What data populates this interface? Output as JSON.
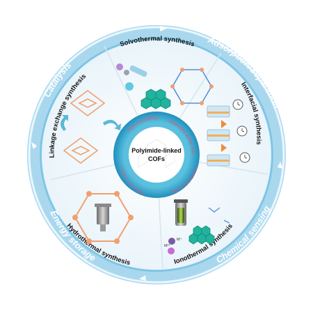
{
  "colors": {
    "ring_blue": "#7fc5e6",
    "ring_dark": "#3c9fd0",
    "inner_ring": "#3ab2d6",
    "feature_text": "#e0567a",
    "sector_bg": "#eef3f8",
    "node_orange": "#f0a070",
    "node_teal": "#2bb7a8",
    "linker_blue": "#5b8ed6"
  },
  "center": {
    "line1": "Polyimide-linked",
    "line2": "COFs"
  },
  "applications": {
    "catalysis": "Catalysis",
    "adsorption": "Adsorption/Separation",
    "energy": "Energy storage",
    "sensing": "Chemical sensing"
  },
  "methods": {
    "solvothermal": "Solvothermal synthesis",
    "interfacial": "Interfacial synthesis",
    "ionothermal": "Ionothermal synthesis",
    "hydrothermal": "Hydrothermal synthesis",
    "linkage": "Linkage exchange synthesis"
  },
  "features": {
    "f1": "High crystallinity",
    "f2": "Abundant active sites",
    "f3": "Thermochemical stability",
    "f4": "Carbonyl-rich redox sites"
  },
  "icons": {
    "m_plus": "M⁺",
    "m_2plus": "M²⁺"
  }
}
